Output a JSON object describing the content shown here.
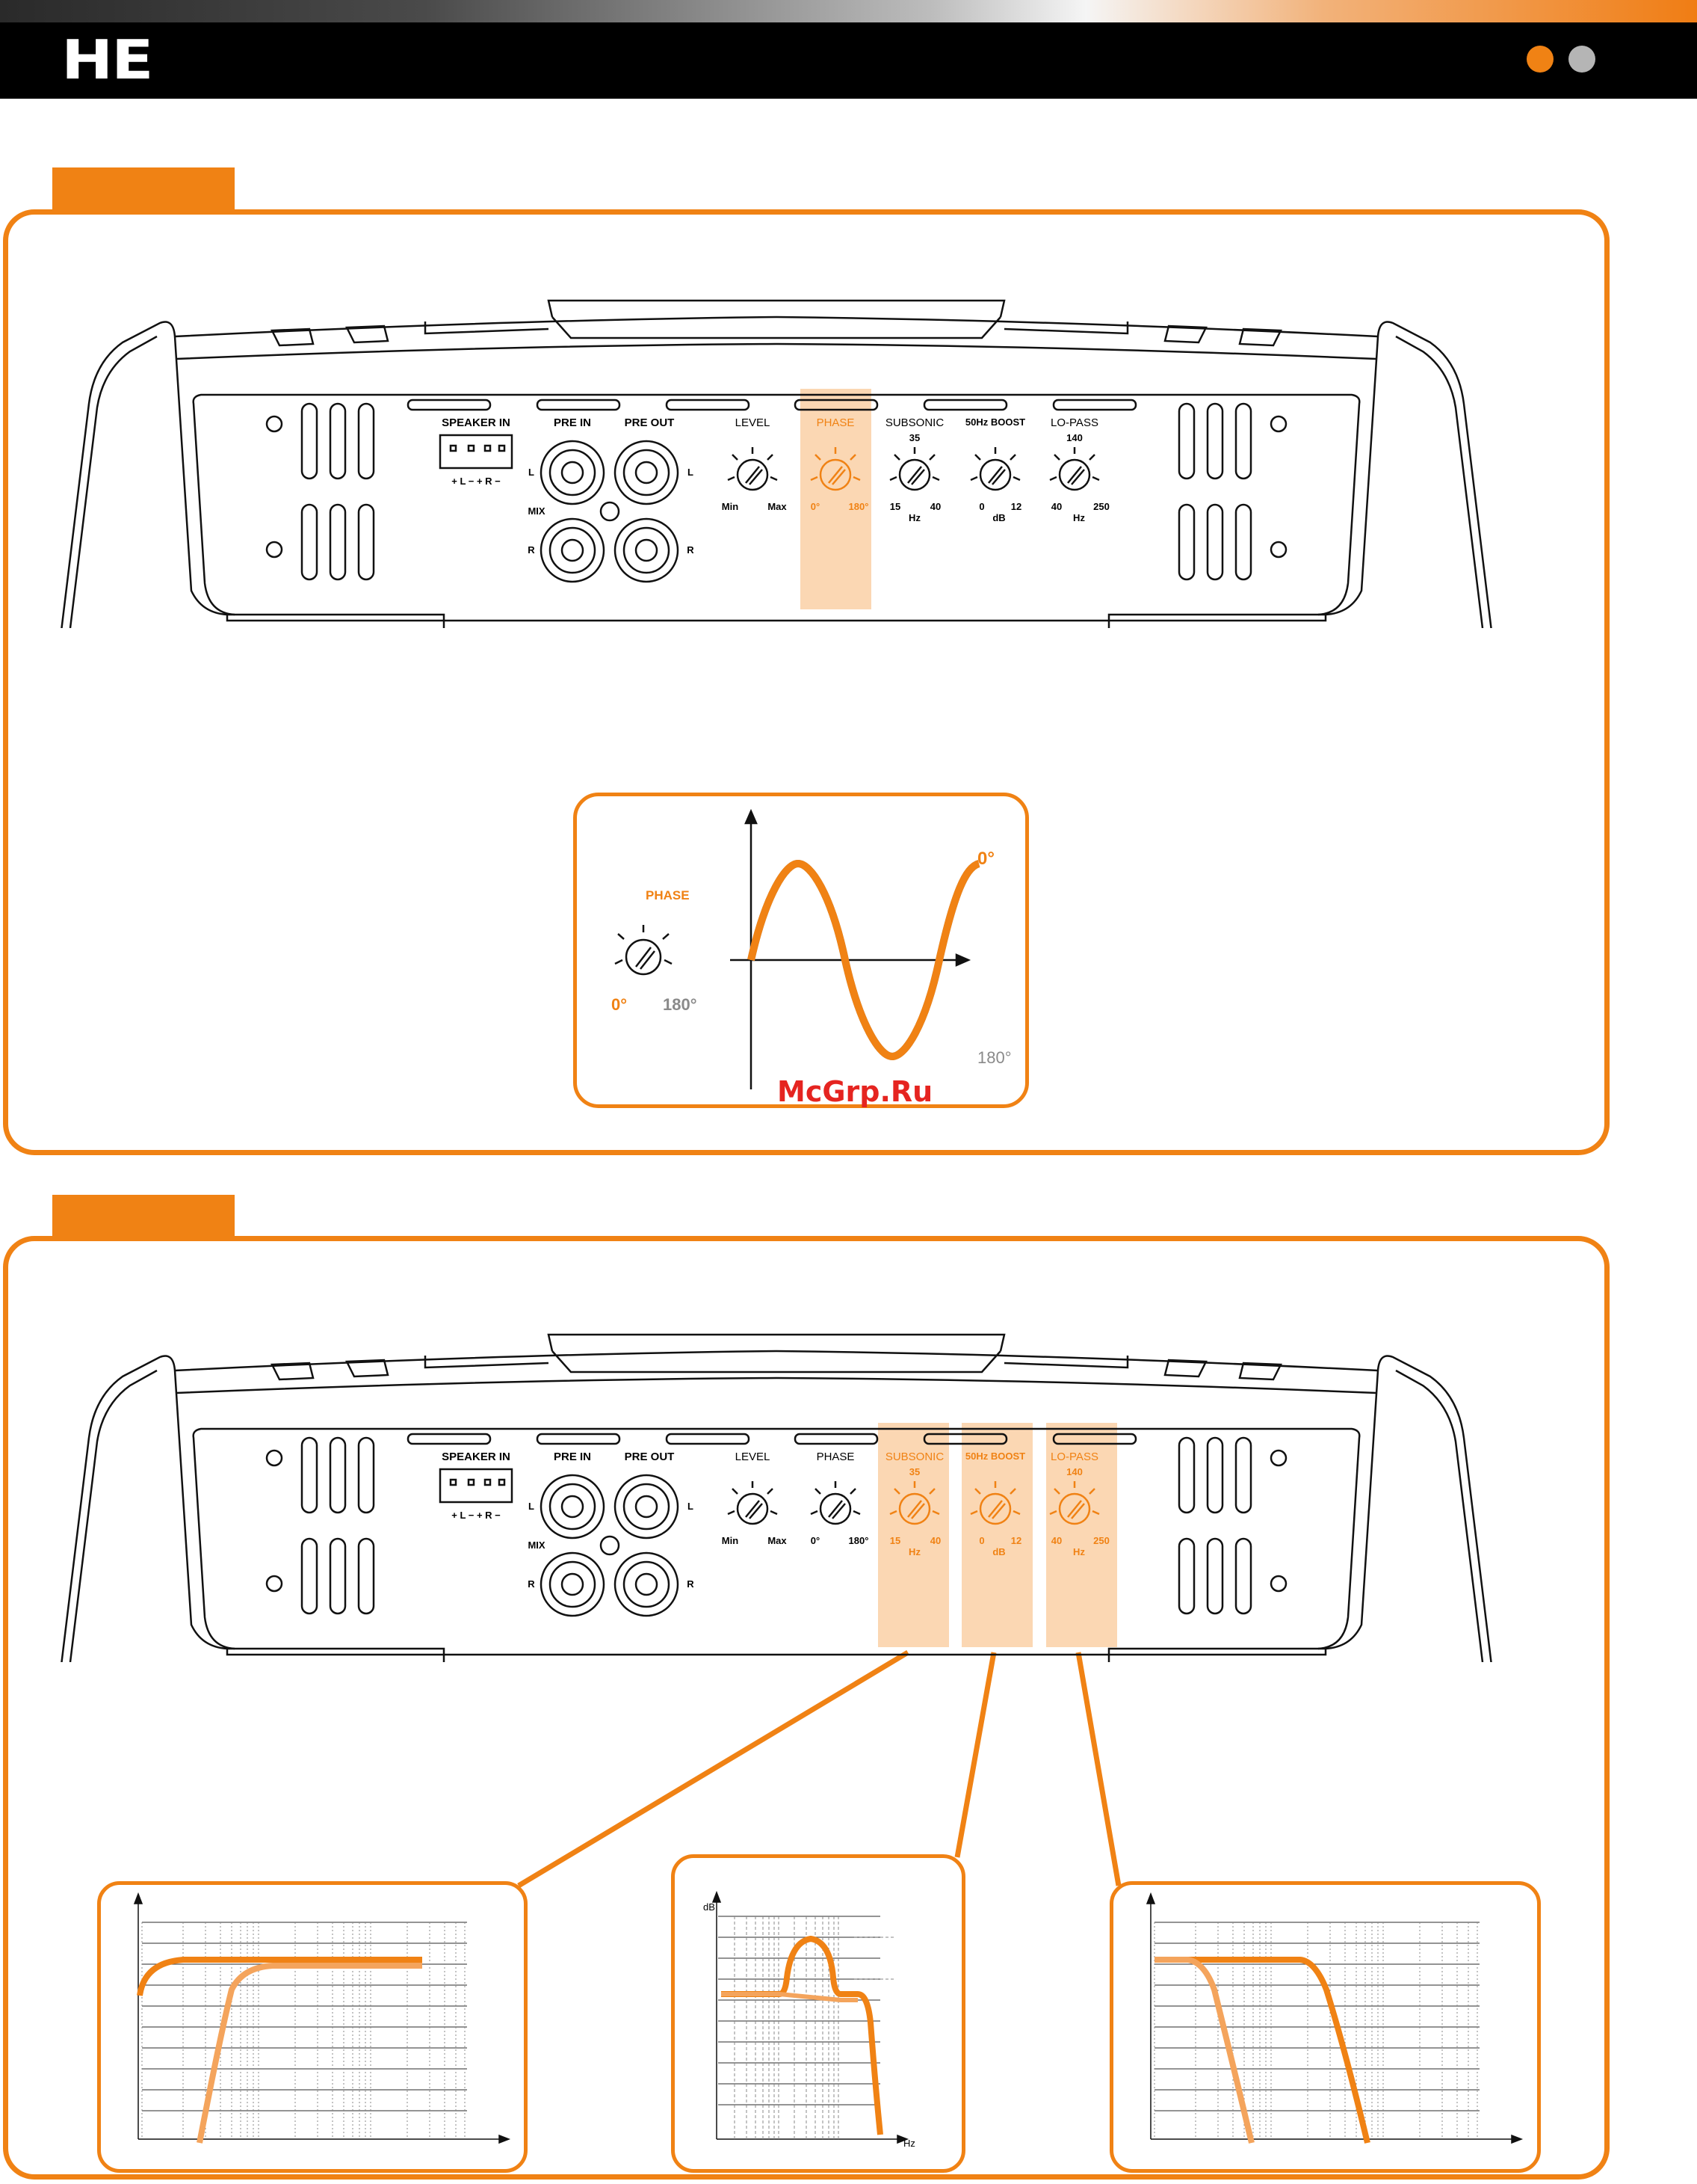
{
  "header": {
    "logo": "HE",
    "nav_dots": [
      {
        "color": "#f08214"
      },
      {
        "color": "#b5b5b5"
      }
    ]
  },
  "colors": {
    "accent": "#f08214",
    "highlight": "#fbd7b3",
    "grey": "#8a8a8a"
  },
  "panel_labels": {
    "speaker_in": "SPEAKER IN",
    "speaker_terminals": "+ L −   + R −",
    "pre_in": "PRE IN",
    "pre_out": "PRE OUT",
    "left": "L",
    "right": "R",
    "mix": "MIX",
    "level": "LEVEL",
    "level_min": "Min",
    "level_max": "Max",
    "phase": "PHASE",
    "phase_0": "0°",
    "phase_180": "180°",
    "subsonic": "SUBSONIC",
    "subsonic_mid": "35",
    "subsonic_min": "15",
    "subsonic_max": "40",
    "subsonic_unit": "Hz",
    "boost": "50Hz BOOST",
    "boost_min": "0",
    "boost_max": "12",
    "boost_unit": "dB",
    "lopass": "LO-PASS",
    "lopass_mid": "140",
    "lopass_min": "40",
    "lopass_max": "250",
    "lopass_unit": "Hz"
  },
  "amp_1_highlight": [
    "phase"
  ],
  "amp_2_highlight": [
    "subsonic",
    "boost",
    "lopass"
  ],
  "phase_diagram": {
    "knob_label": "PHASE",
    "knob_0": "0°",
    "knob_180": "180°",
    "wave_0_label": "0°",
    "wave_180_label": "180°"
  },
  "boost_graph": {
    "y_unit": "dB",
    "x_unit": "Hz"
  },
  "watermark": "McGrp.Ru"
}
